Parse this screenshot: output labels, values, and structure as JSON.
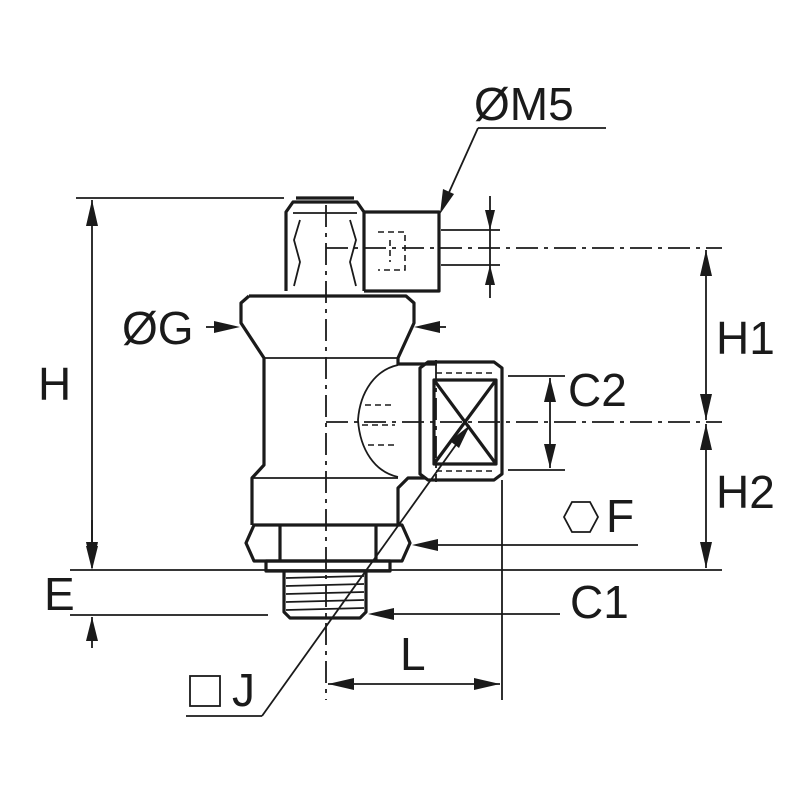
{
  "labels": {
    "m5": "ØM5",
    "g": "ØG",
    "h": "H",
    "h1": "H1",
    "h2": "H2",
    "c2": "C2",
    "f": "F",
    "e": "E",
    "c1": "C1",
    "l": "L",
    "j": "J"
  },
  "symbols": {
    "f": "hexagon-icon",
    "j": "square-icon"
  },
  "colors": {
    "line": "#1a1a1a",
    "background": "#ffffff"
  }
}
